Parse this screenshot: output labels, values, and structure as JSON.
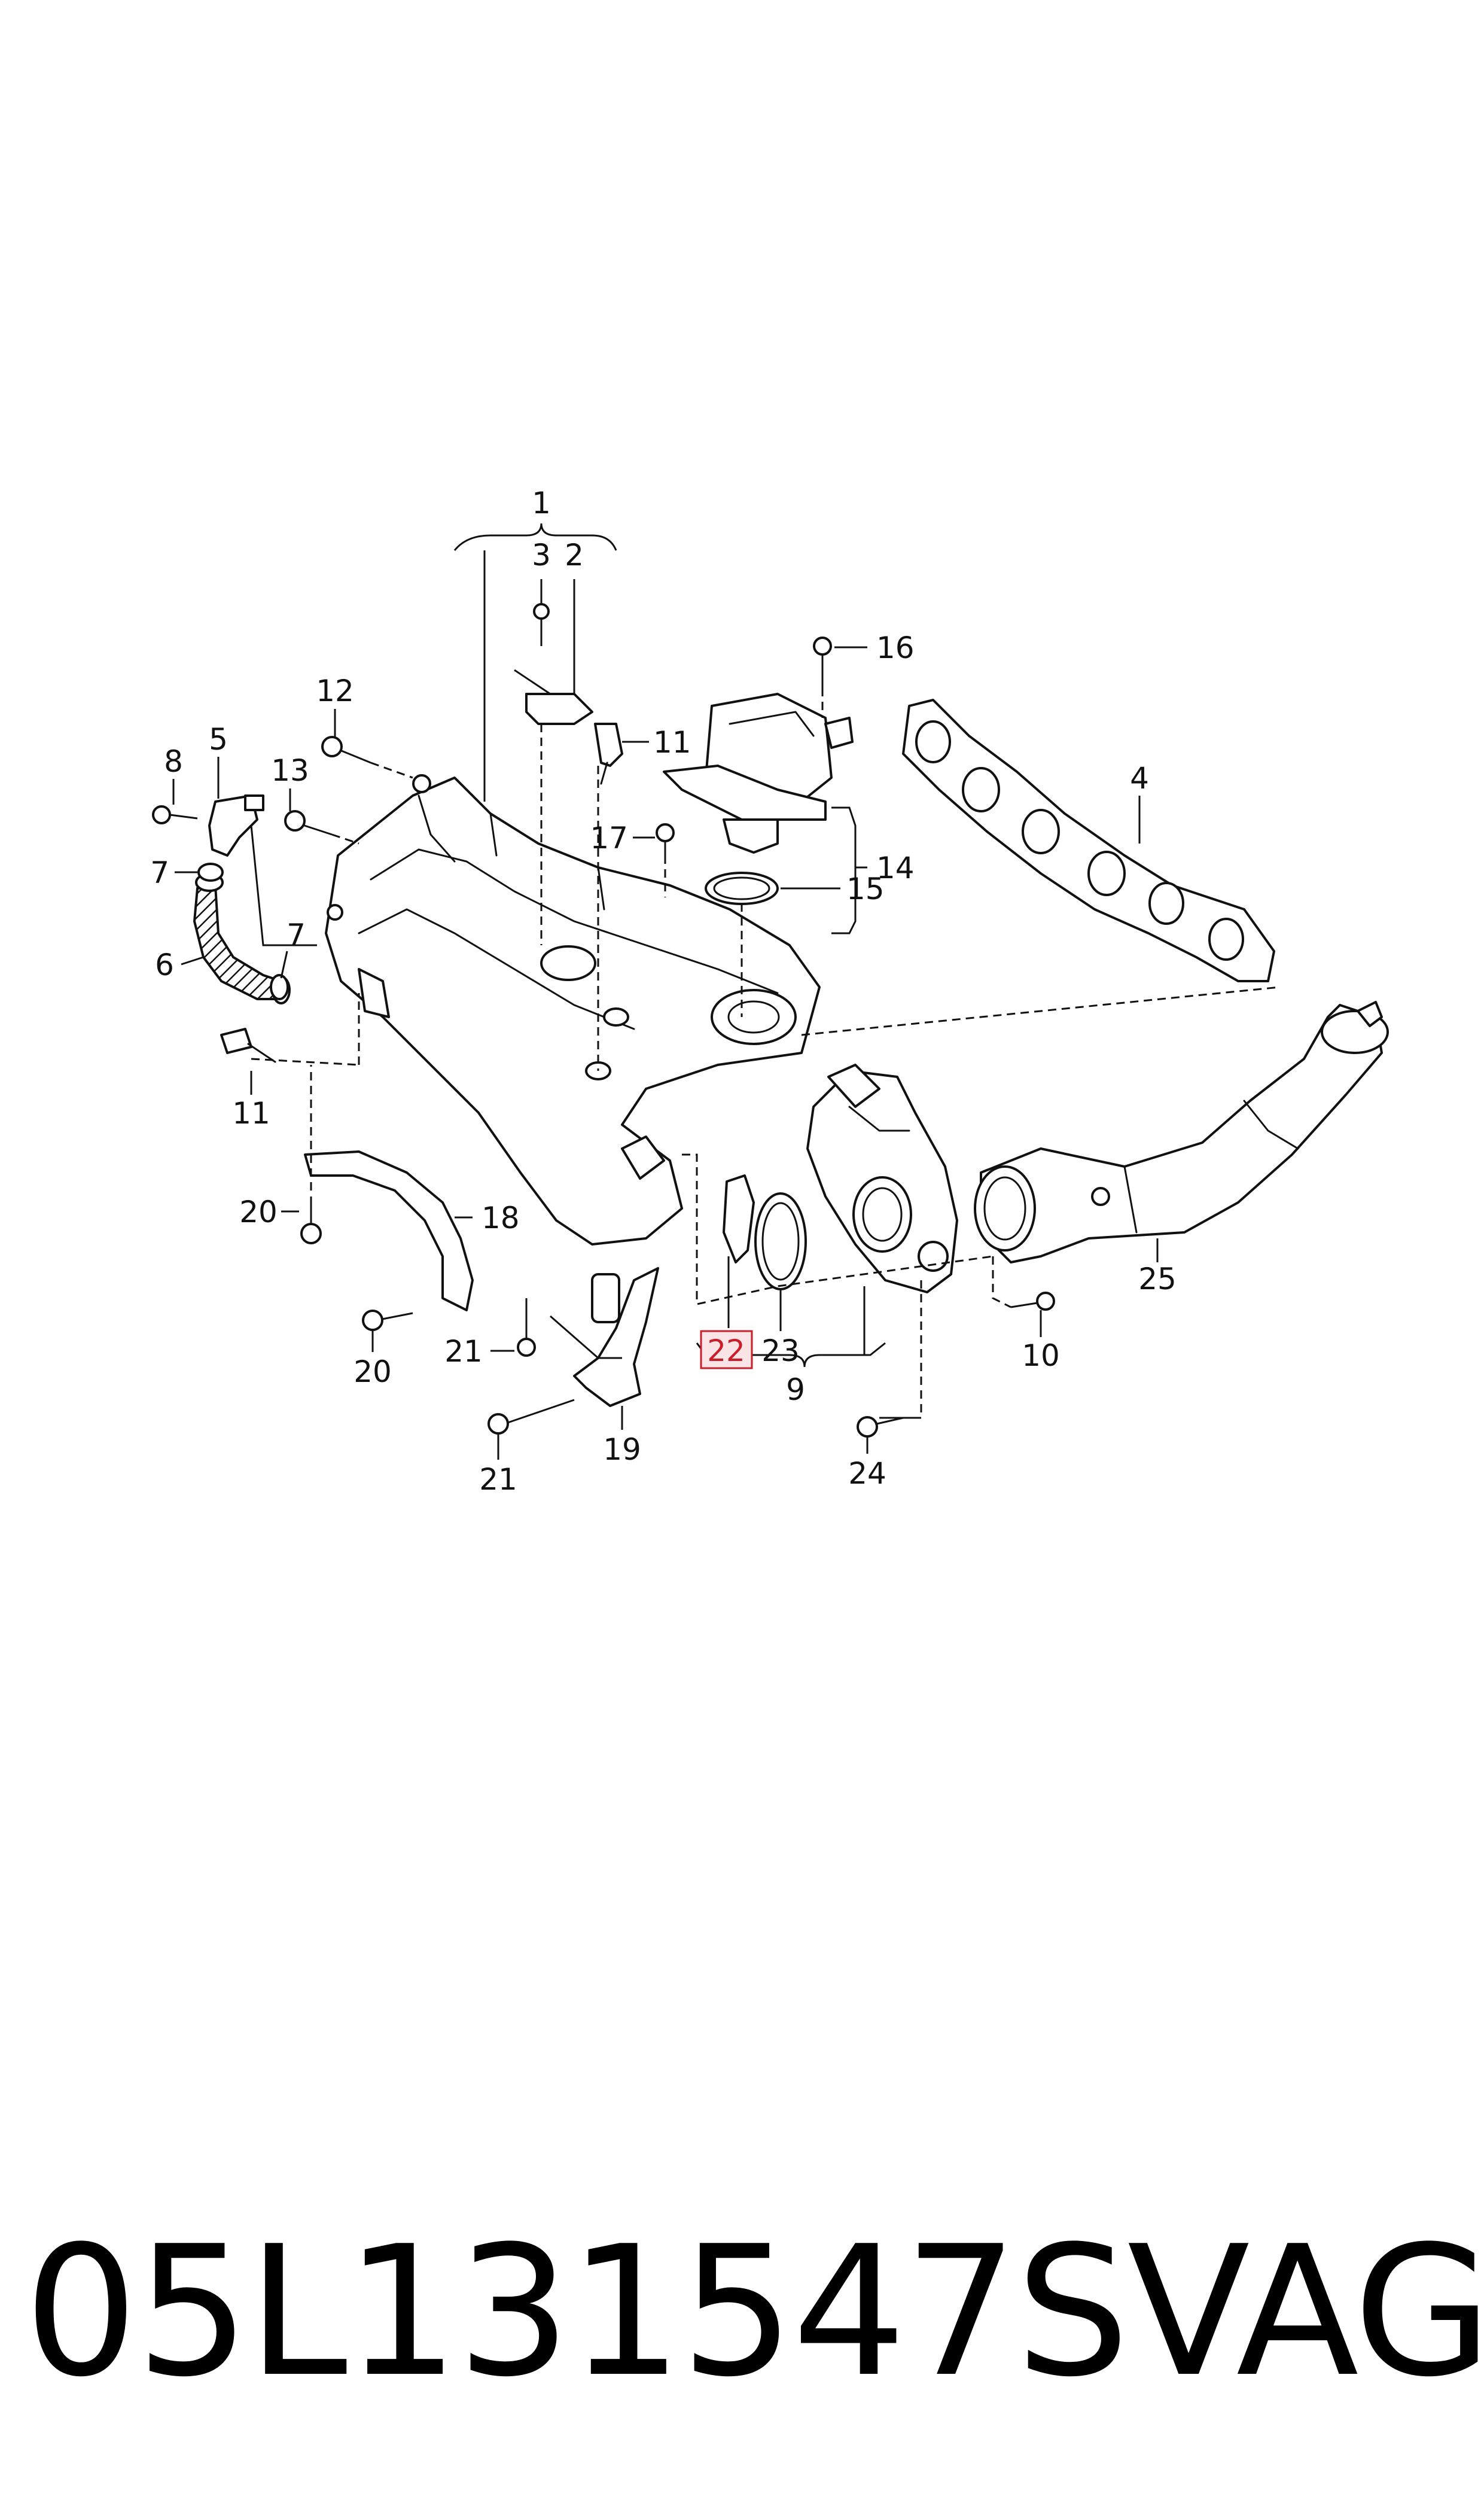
{
  "diagram": {
    "callouts": [
      {
        "id": "c1",
        "text": "1"
      },
      {
        "id": "c2",
        "text": "2"
      },
      {
        "id": "c3",
        "text": "3"
      },
      {
        "id": "c16",
        "text": "16"
      },
      {
        "id": "c4",
        "text": "4"
      },
      {
        "id": "c12",
        "text": "12"
      },
      {
        "id": "c11a",
        "text": "11"
      },
      {
        "id": "c8",
        "text": "8"
      },
      {
        "id": "c5",
        "text": "5"
      },
      {
        "id": "c13",
        "text": "13"
      },
      {
        "id": "c17",
        "text": "17"
      },
      {
        "id": "c14",
        "text": "14"
      },
      {
        "id": "c7a",
        "text": "7"
      },
      {
        "id": "c15",
        "text": "15"
      },
      {
        "id": "c7b",
        "text": "7"
      },
      {
        "id": "c6",
        "text": "6"
      },
      {
        "id": "c11b",
        "text": "11"
      },
      {
        "id": "c20a",
        "text": "20"
      },
      {
        "id": "c18",
        "text": "18"
      },
      {
        "id": "c25",
        "text": "25"
      },
      {
        "id": "c10",
        "text": "10"
      },
      {
        "id": "c22",
        "text": "22",
        "highlighted": true
      },
      {
        "id": "c23",
        "text": "23"
      },
      {
        "id": "c21a",
        "text": "21"
      },
      {
        "id": "c20b",
        "text": "20"
      },
      {
        "id": "c9",
        "text": "9"
      },
      {
        "id": "c19",
        "text": "19"
      },
      {
        "id": "c21b",
        "text": "21"
      },
      {
        "id": "c24",
        "text": "24"
      }
    ],
    "highlight_color": "#c8202a"
  },
  "footer": {
    "part_number": "05L131547S",
    "brand": "VAG"
  }
}
